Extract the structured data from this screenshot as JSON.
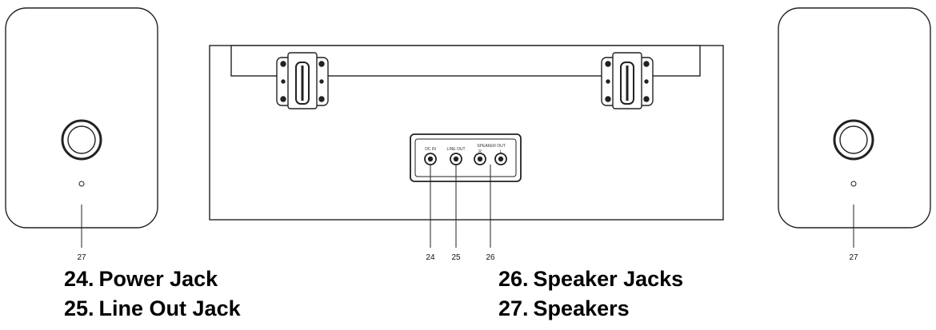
{
  "callouts": {
    "power_jack": "24",
    "line_out_jack": "25",
    "speaker_jacks": "26",
    "speaker_left": "27",
    "speaker_right": "27"
  },
  "panel_labels": {
    "power": "DC IN",
    "line_out": "LINE OUT",
    "speaker_out": "SPEAKER OUT",
    "right": "R",
    "left": "L"
  },
  "legend": [
    {
      "number": "24.",
      "label": "Power Jack"
    },
    {
      "number": "25.",
      "label": "Line Out Jack"
    },
    {
      "number": "26.",
      "label": "Speaker Jacks"
    },
    {
      "number": "27.",
      "label": "Speakers"
    }
  ]
}
